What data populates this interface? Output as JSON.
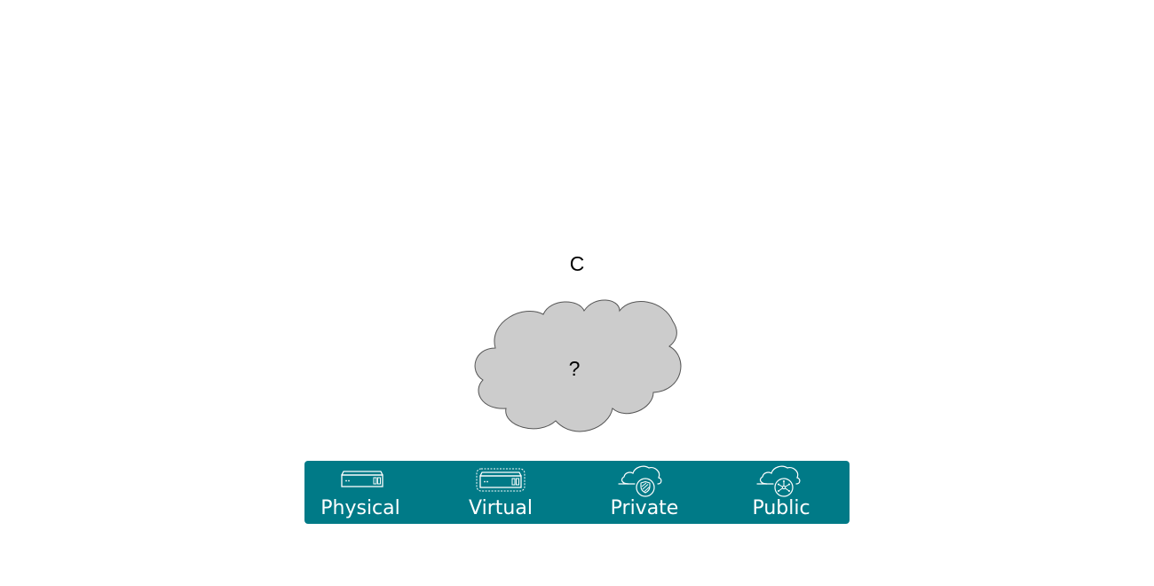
{
  "diagram": {
    "top_label": "C",
    "cloud_label": "?",
    "cloud_fill": "#cccccc",
    "cloud_stroke": "#555555"
  },
  "bar": {
    "background": "#007a87",
    "icon_color": "#ffffff",
    "items": [
      {
        "label": "Physical",
        "icon": "server-icon"
      },
      {
        "label": "Virtual",
        "icon": "virtual-server-icon"
      },
      {
        "label": "Private",
        "icon": "private-cloud-icon"
      },
      {
        "label": "Public",
        "icon": "public-cloud-icon"
      }
    ]
  }
}
